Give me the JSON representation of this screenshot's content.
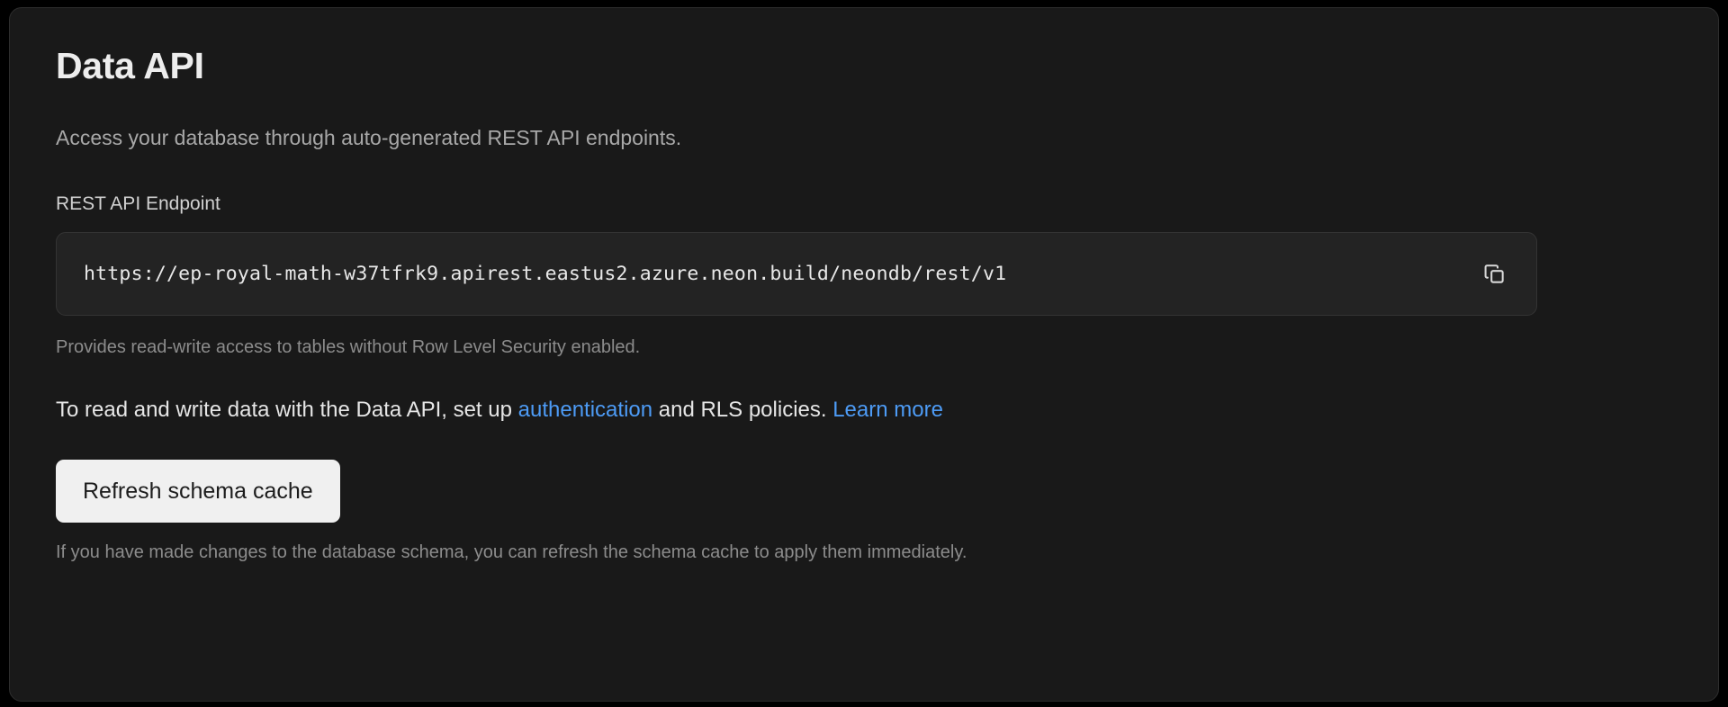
{
  "theme": {
    "page_background": "#000000",
    "card_background": "#191919",
    "card_border": "#2d2d2d",
    "input_background": "#232323",
    "input_border": "#343434",
    "heading_color": "#ededed",
    "muted_text_color": "#8c8c8c",
    "body_text_color": "#a8a8a8",
    "link_color": "#4d9bf5",
    "button_background": "#f0f0f0",
    "button_text_color": "#1c1c1c"
  },
  "card": {
    "title": "Data API",
    "description": "Access your database through auto-generated REST API endpoints.",
    "endpoint": {
      "label": "REST API Endpoint",
      "value": "https://ep-royal-math-w37tfrk9.apirest.eastus2.azure.neon.build/neondb/rest/v1",
      "placeholder": "https://",
      "copy_icon": "copy-icon",
      "helper_text": "Provides read-write access to tables without Row Level Security enabled."
    },
    "rls_notice": {
      "prefix": "To read and write data with the Data API, set up ",
      "auth_link": "authentication",
      "middle": " and RLS policies. ",
      "learn_more_link": "Learn more"
    },
    "refresh": {
      "button_label": "Refresh schema cache",
      "footnote": "If you have made changes to the database schema, you can refresh the schema cache to apply them immediately."
    }
  }
}
